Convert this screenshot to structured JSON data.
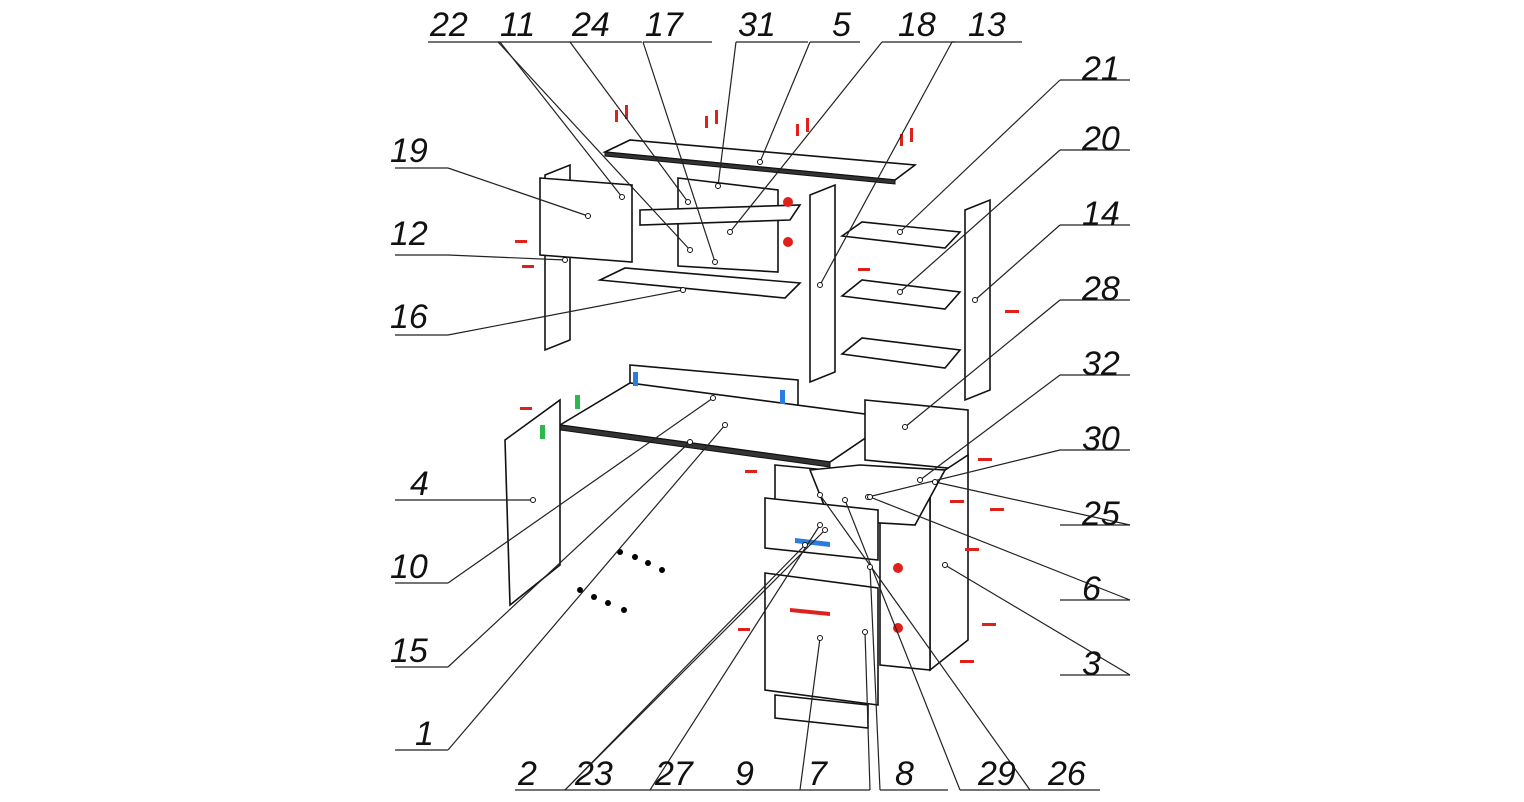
{
  "diagram": {
    "type": "exploded-assembly",
    "part_labels": [
      "22",
      "11",
      "24",
      "17",
      "31",
      "5",
      "18",
      "13",
      "21",
      "20",
      "14",
      "28",
      "32",
      "30",
      "25",
      "6",
      "3",
      "26",
      "29",
      "8",
      "7",
      "9",
      "27",
      "23",
      "2",
      "1",
      "15",
      "10",
      "4",
      "16",
      "12",
      "19"
    ]
  }
}
